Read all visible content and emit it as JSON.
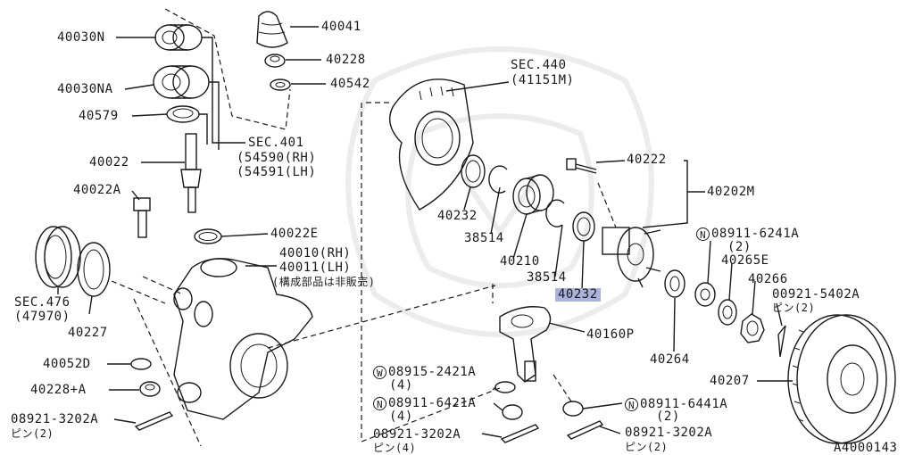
{
  "diagram": {
    "callouts": [
      {
        "id": "40030N",
        "text": "40030N"
      },
      {
        "id": "40030NA",
        "text": "40030NA"
      },
      {
        "id": "40579",
        "text": "40579"
      },
      {
        "id": "40041",
        "text": "40041"
      },
      {
        "id": "40228_top",
        "text": "40228"
      },
      {
        "id": "40542",
        "text": "40542"
      },
      {
        "id": "sec401",
        "text": "SEC.401"
      },
      {
        "id": "sec401_rh",
        "text": "(54590(RH)"
      },
      {
        "id": "sec401_lh",
        "text": "(54591(LH)"
      },
      {
        "id": "40022",
        "text": "40022"
      },
      {
        "id": "40022A",
        "text": "40022A"
      },
      {
        "id": "40022E",
        "text": "40022E"
      },
      {
        "id": "40010",
        "text": "40010(RH)"
      },
      {
        "id": "40011",
        "text": "40011(LH)"
      },
      {
        "id": "not_sold",
        "text": "(構成部品は非販売)"
      },
      {
        "id": "sec476",
        "text": "SEC.476"
      },
      {
        "id": "sec476_sub",
        "text": "(47970)"
      },
      {
        "id": "40227",
        "text": "40227"
      },
      {
        "id": "40052D",
        "text": "40052D"
      },
      {
        "id": "40228A",
        "text": "40228+A"
      },
      {
        "id": "08921_3202A_left",
        "text": "08921-3202A"
      },
      {
        "id": "pin2_left",
        "text": "ピン(2)"
      },
      {
        "id": "sec440",
        "text": "SEC.440"
      },
      {
        "id": "sec440_sub",
        "text": "(41151M)"
      },
      {
        "id": "40232_a",
        "text": "40232"
      },
      {
        "id": "38514_a",
        "text": "38514"
      },
      {
        "id": "40210",
        "text": "40210"
      },
      {
        "id": "38514_b",
        "text": "38514"
      },
      {
        "id": "40232_b",
        "text": "40232"
      },
      {
        "id": "40222",
        "text": "40222"
      },
      {
        "id": "40202M",
        "text": "40202M"
      },
      {
        "id": "08911_6241A",
        "text": "08911-6241A"
      },
      {
        "id": "qty_6241A",
        "text": "(2)"
      },
      {
        "id": "40265E",
        "text": "40265E"
      },
      {
        "id": "40266",
        "text": "40266"
      },
      {
        "id": "00921_5402A",
        "text": "00921-5402A"
      },
      {
        "id": "pin2_right",
        "text": "ピン(2)"
      },
      {
        "id": "40160P",
        "text": "40160P"
      },
      {
        "id": "08915_2421A",
        "text": "08915-2421A"
      },
      {
        "id": "qty_2421A",
        "text": "(4)"
      },
      {
        "id": "08911_6421A",
        "text": "08911-6421A"
      },
      {
        "id": "qty_6421A",
        "text": "(4)"
      },
      {
        "id": "08921_3202A_mid",
        "text": "08921-3202A"
      },
      {
        "id": "pin4_mid",
        "text": "ピン(4)"
      },
      {
        "id": "08911_6441A",
        "text": "08911-6441A"
      },
      {
        "id": "qty_6441A",
        "text": "(2)"
      },
      {
        "id": "08921_3202A_right",
        "text": "08921-3202A"
      },
      {
        "id": "pin2_right2",
        "text": "ピン(2)"
      },
      {
        "id": "40264",
        "text": "40264"
      },
      {
        "id": "40207",
        "text": "40207"
      },
      {
        "id": "ref",
        "text": "A4000143"
      }
    ],
    "symbols": {
      "N": "N",
      "W": "W"
    },
    "highlight_color": "#aab3dd",
    "line_color": "#1a1a1a"
  }
}
